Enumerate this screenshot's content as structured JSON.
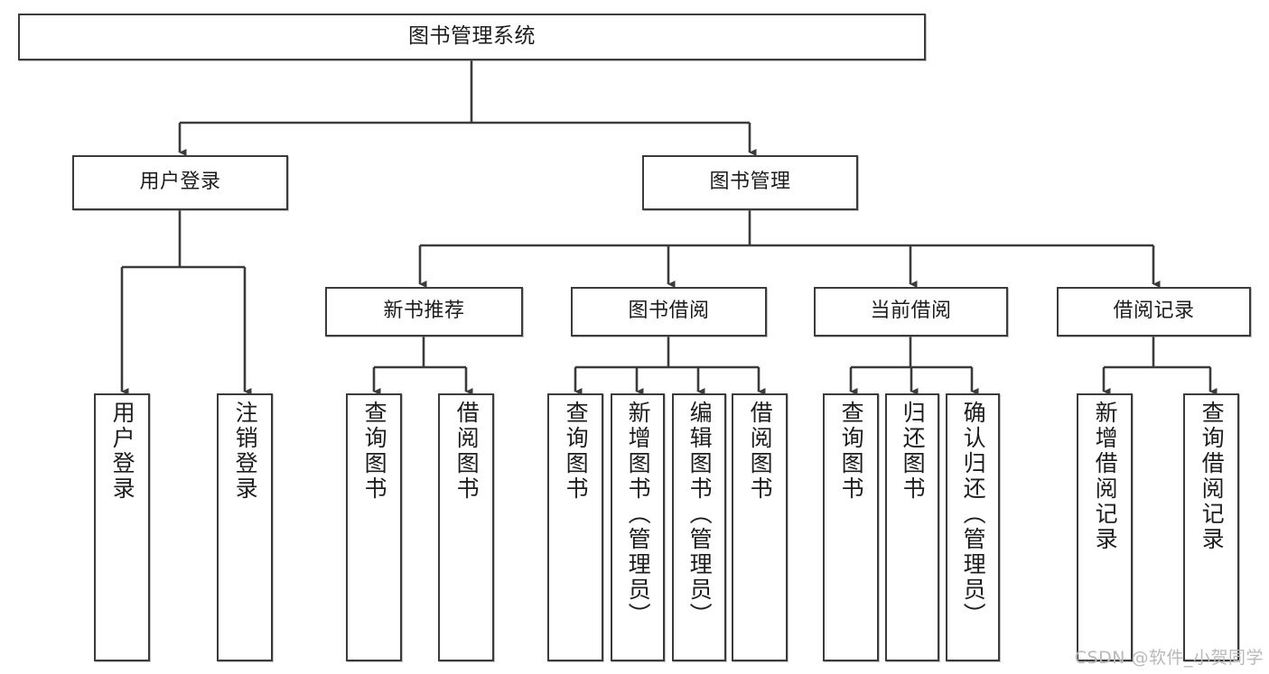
{
  "diagram": {
    "title": "图书管理系统",
    "watermark": "CSDN @软件_小贺同学",
    "line_color": "#3b3b3b",
    "box_fill": "#ffffff",
    "text_color": "#1d1d1d",
    "watermark_color": "#b9b9b9",
    "type": "tree",
    "nodes": {
      "root": {
        "label": "图书管理系统"
      },
      "level1": [
        {
          "id": "user-login",
          "label": "用户登录"
        },
        {
          "id": "book-manage",
          "label": "图书管理"
        }
      ],
      "level2": [
        {
          "id": "new-book-recommend",
          "label": "新书推荐",
          "parent": "book-manage"
        },
        {
          "id": "book-borrow",
          "label": "图书借阅",
          "parent": "book-manage"
        },
        {
          "id": "current-borrow",
          "label": "当前借阅",
          "parent": "book-manage"
        },
        {
          "id": "borrow-record",
          "label": "借阅记录",
          "parent": "book-manage"
        }
      ],
      "leaves": [
        {
          "id": "leaf-user-login",
          "label": "用户登录",
          "parent": "user-login"
        },
        {
          "id": "leaf-logout",
          "label": "注销登录",
          "parent": "user-login"
        },
        {
          "id": "leaf-query-book-1",
          "label": "查询图书",
          "parent": "new-book-recommend"
        },
        {
          "id": "leaf-borrow-book-1",
          "label": "借阅图书",
          "parent": "new-book-recommend"
        },
        {
          "id": "leaf-query-book-2",
          "label": "查询图书",
          "parent": "book-borrow"
        },
        {
          "id": "leaf-add-book",
          "label": "新增图书（管理员）",
          "parent": "book-borrow"
        },
        {
          "id": "leaf-edit-book",
          "label": "编辑图书（管理员）",
          "parent": "book-borrow"
        },
        {
          "id": "leaf-borrow-book-2",
          "label": "借阅图书",
          "parent": "book-borrow"
        },
        {
          "id": "leaf-query-book-3",
          "label": "查询图书",
          "parent": "current-borrow"
        },
        {
          "id": "leaf-return-book",
          "label": "归还图书",
          "parent": "current-borrow"
        },
        {
          "id": "leaf-confirm-return",
          "label": "确认归还（管理员）",
          "parent": "current-borrow"
        },
        {
          "id": "leaf-add-record",
          "label": "新增借阅记录",
          "parent": "borrow-record"
        },
        {
          "id": "leaf-query-record",
          "label": "查询借阅记录",
          "parent": "borrow-record"
        }
      ]
    }
  }
}
